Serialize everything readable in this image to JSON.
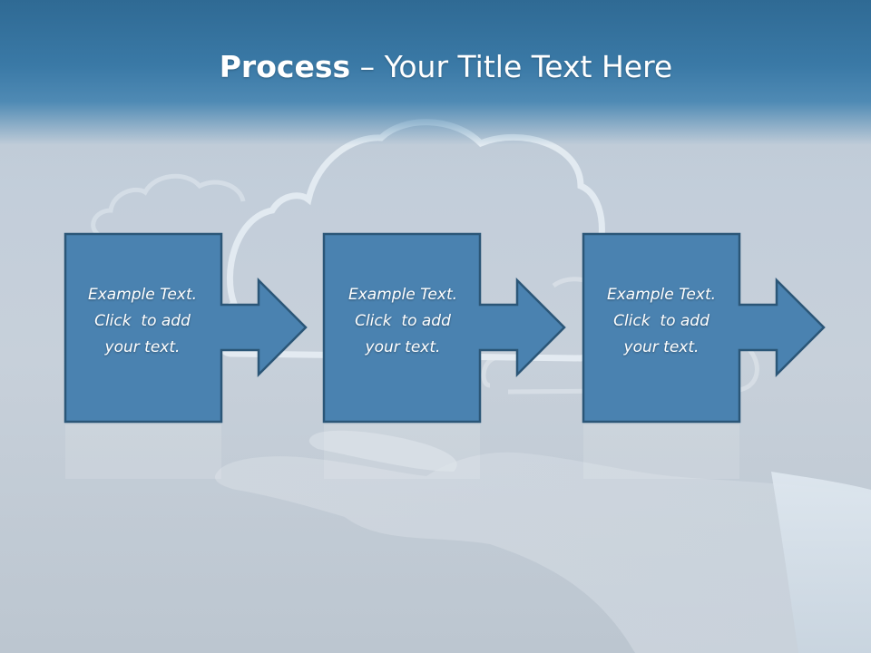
{
  "slide": {
    "title_bold": "Process",
    "title_rest": " – Your Title Text Here"
  },
  "steps": [
    {
      "line1": "Example Text.",
      "line2": "Click  to add",
      "line3": "your text."
    },
    {
      "line1": "Example Text.",
      "line2": "Click  to add",
      "line3": "your text."
    },
    {
      "line1": "Example Text.",
      "line2": "Click  to add",
      "line3": "your text."
    }
  ],
  "colors": {
    "header": "#3a79a6",
    "box_fill": "#4a82b0",
    "box_border": "#2b5677",
    "background": "#c3ceda"
  },
  "icons": [
    "cloud-outline-icon",
    "hand-image",
    "arrow-right-icon"
  ]
}
